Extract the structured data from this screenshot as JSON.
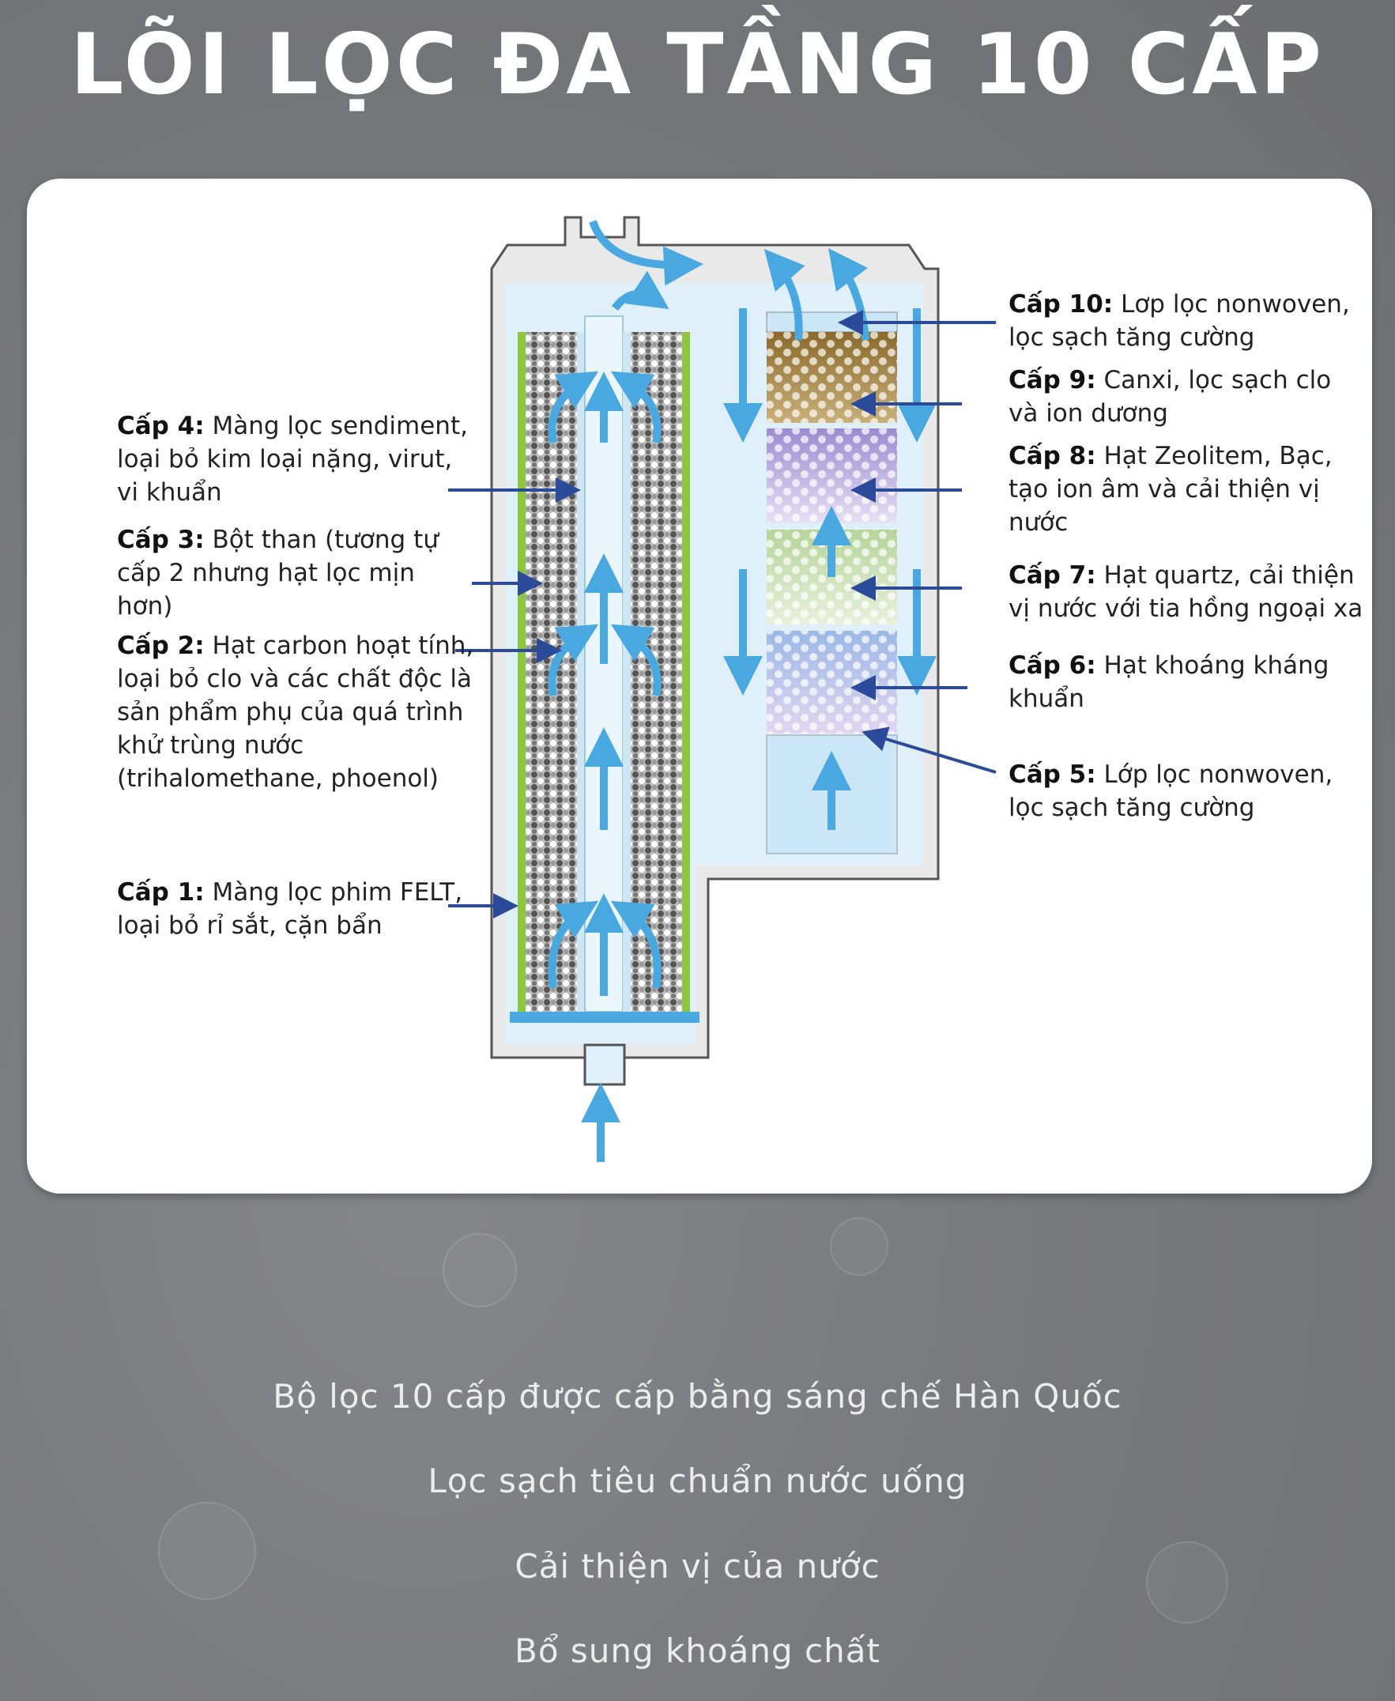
{
  "title": "LÕI LỌC ĐA TẦNG 10 CẤP",
  "left_labels": [
    {
      "stage": "Cấp 4:",
      "text": " Màng lọc sendiment,\nloại bỏ kim loại nặng, virut,\nvi khuẩn"
    },
    {
      "stage": "Cấp 3:",
      "text": " Bột than (tương tự\ncấp 2 nhưng hạt lọc mịn\nhơn)"
    },
    {
      "stage": "Cấp 2:",
      "text": " Hạt carbon hoạt tính,\nloại bỏ clo và các chất độc là\nsản phẩm phụ của quá trình\nkhử trùng nước\n(trihalomethane, phoenol)"
    },
    {
      "stage": "Cấp 1:",
      "text": " Màng lọc phim FELT,\nloại bỏ rỉ sắt, cặn bẩn"
    }
  ],
  "right_labels": [
    {
      "stage": "Cấp 10:",
      "text": " Lơp lọc nonwoven,\nlọc sạch tăng cường"
    },
    {
      "stage": "Cấp 9:",
      "text": " Canxi, lọc sạch clo\nvà ion dương"
    },
    {
      "stage": "Cấp 8:",
      "text": " Hạt Zeolitem, Bạc,\ntạo ion âm và cải thiện vị\nnước"
    },
    {
      "stage": "Cấp 7:",
      "text": " Hạt quartz, cải thiện\nvị nước với tia hồng ngoại xa"
    },
    {
      "stage": "Cấp 6:",
      "text": " Hạt khoáng kháng\nkhuẩn"
    },
    {
      "stage": "Cấp 5:",
      "text": " Lớp lọc nonwoven,\nlọc sạch tăng cường"
    }
  ],
  "benefits": [
    "Bộ lọc 10 cấp được cấp bằng sáng chế Hàn Quốc",
    "Lọc sạch tiêu chuẩn nước uống",
    "Cải thiện vị của nước",
    "Bổ sung khoáng chất"
  ],
  "colors": {
    "background": "#77787c",
    "pointer": "#2b4a9a",
    "water": "#4aa8e0",
    "felt": "#8cc63f"
  }
}
